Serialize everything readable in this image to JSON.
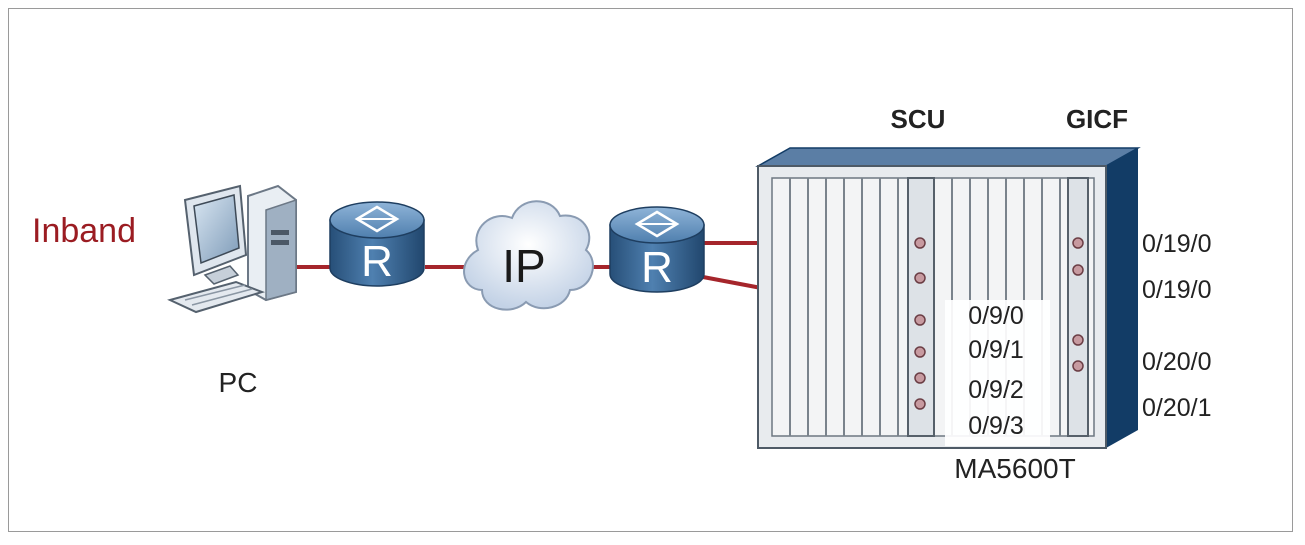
{
  "mode_label": "Inband",
  "pc_label": "PC",
  "router_symbol": "R",
  "cloud_label": "IP",
  "device_label": "MA5600T",
  "boards": {
    "scu": "SCU",
    "gicf": "GICF"
  },
  "scu_ports": [
    "0/9/0",
    "0/9/1",
    "0/9/2",
    "0/9/3"
  ],
  "gicf_ports": [
    "0/19/0",
    "0/19/0",
    "0/20/0",
    "0/20/1"
  ],
  "colors": {
    "link": "#a5252b",
    "mode_label": "#9b1c22",
    "router_body": "#3e6d9c",
    "chassis_side": "#123c66"
  }
}
